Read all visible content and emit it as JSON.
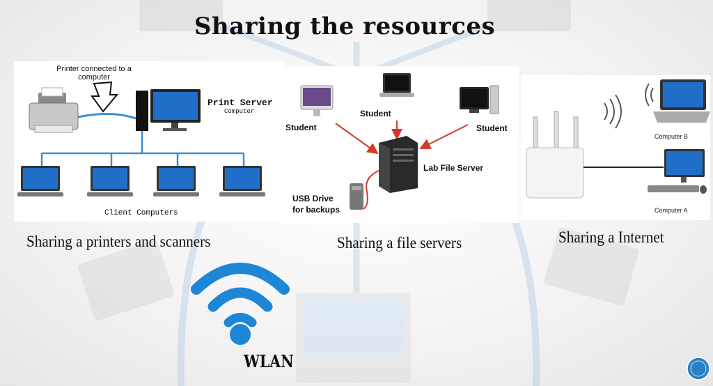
{
  "title": "Sharing the resources",
  "print_panel": {
    "printer_label": "Printer connected to a computer",
    "server_label": "Print Server",
    "server_sublabel": "Computer",
    "clients_label": "Client Computers"
  },
  "file_panel": {
    "student_left": "Student",
    "student_mid": "Student",
    "student_right": "Student",
    "server_label": "Lab File Server",
    "usb_label_line1": "USB Drive",
    "usb_label_line2": "for backups"
  },
  "internet_panel": {
    "computer_b": "Computer B",
    "computer_a": "Computer A"
  },
  "captions": {
    "printers": "Sharing a printers and scanners",
    "files": "Sharing a file servers",
    "internet": "Sharing a Internet"
  },
  "wlan_label": "WLAN",
  "colors": {
    "screen_blue": "#1f6fc9",
    "wifi_blue": "#1d86d6",
    "arrow_red": "#d23a2a",
    "net_line": "#3b8fd4"
  }
}
